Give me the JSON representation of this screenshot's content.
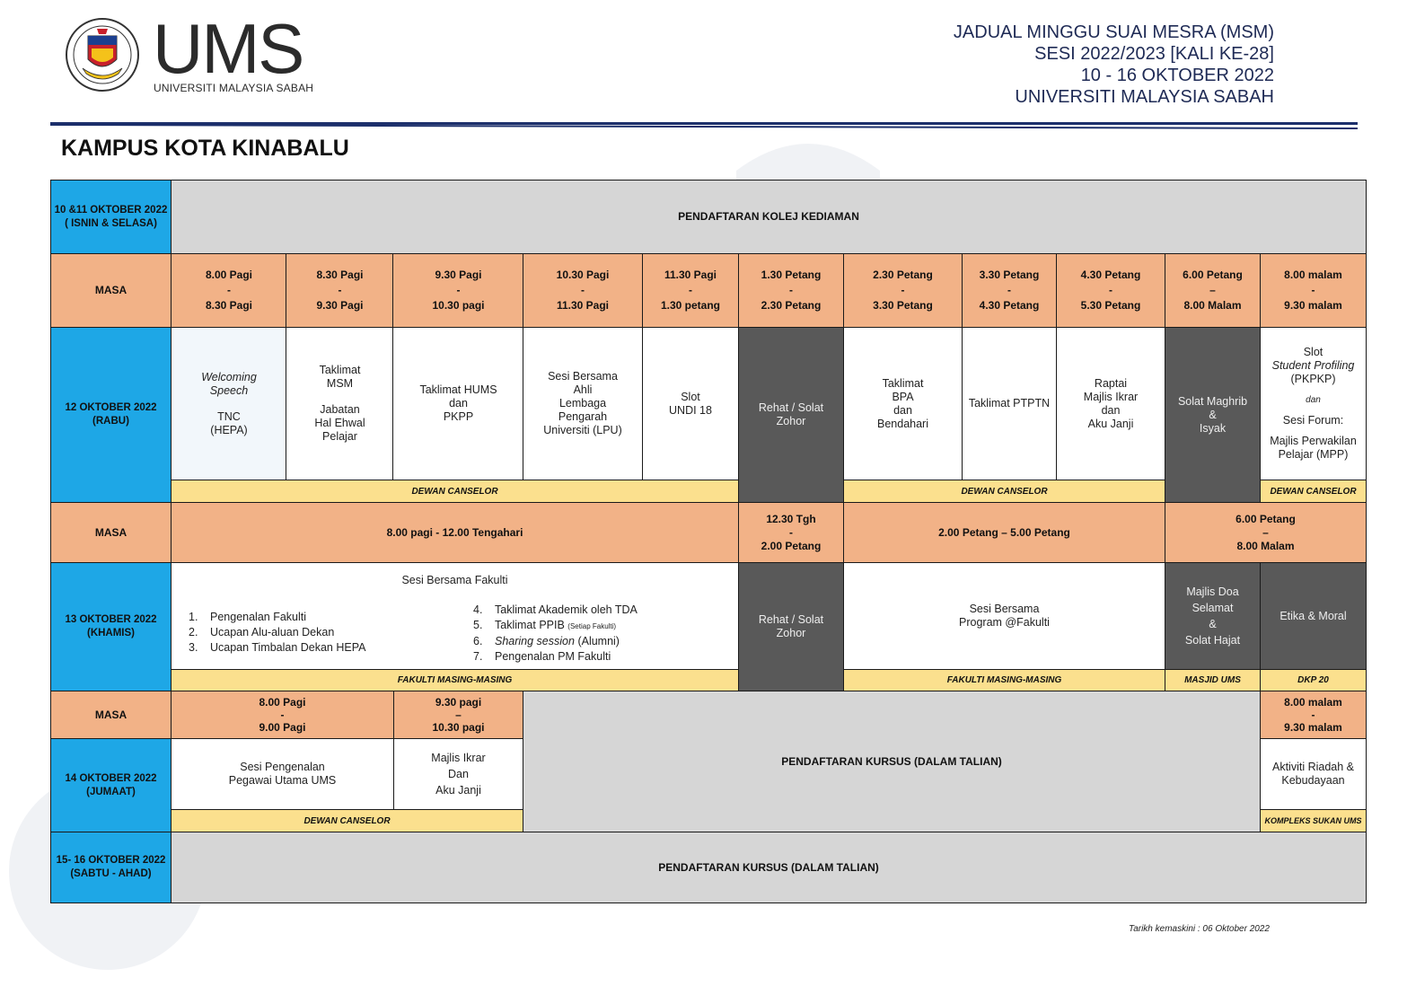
{
  "header": {
    "brand": "UMS",
    "brand_sub": "UNIVERSITI MALAYSIA SABAH",
    "title_lines": [
      "JADUAL MINGGU SUAI MESRA (MSM)",
      "SESI 2022/2023 [KALI KE-28]",
      "10 - 16 OKTOBER 2022",
      "UNIVERSITI MALAYSIA SABAH"
    ],
    "campus": "KAMPUS KOTA KINABALU"
  },
  "rows": {
    "r1": {
      "day": "10 &11 OKTOBER 2022 ( ISNIN & SELASA)",
      "event": "PENDAFTARAN KOLEJ KEDIAMAN"
    },
    "masa1": {
      "label": "MASA",
      "slots": [
        [
          "8.00 Pagi",
          "-",
          "8.30 Pagi"
        ],
        [
          "8.30 Pagi",
          "-",
          "9.30 Pagi"
        ],
        [
          "9.30 Pagi",
          "-",
          "10.30 pagi"
        ],
        [
          "10.30 Pagi",
          "-",
          "11.30 Pagi"
        ],
        [
          "11.30 Pagi",
          "-",
          "1.30 petang"
        ],
        [
          "1.30 Petang",
          "-",
          "2.30 Petang"
        ],
        [
          "2.30 Petang",
          "-",
          "3.30 Petang"
        ],
        [
          "3.30 Petang",
          "-",
          "4.30 Petang"
        ],
        [
          "4.30 Petang",
          "-",
          "5.30 Petang"
        ],
        [
          "6.00 Petang",
          "–",
          "8.00 Malam"
        ],
        [
          "8.00 malam",
          "-",
          "9.30 malam"
        ]
      ]
    },
    "r12": {
      "day": [
        "12 OKTOBER 2022",
        "(RABU)"
      ],
      "events": [
        [
          "Welcoming",
          "Speech",
          "",
          "TNC",
          "(HEPA)"
        ],
        [
          "Taklimat",
          "MSM",
          "",
          "Jabatan",
          "Hal Ehwal",
          "Pelajar"
        ],
        [
          "Taklimat HUMS",
          "dan",
          "PKPP"
        ],
        [
          "Sesi Bersama",
          "Ahli",
          "Lembaga",
          "Pengarah",
          "Universiti (LPU)"
        ],
        [
          "Slot",
          "UNDI 18"
        ],
        [
          "Rehat / Solat",
          "Zohor"
        ],
        [
          "Taklimat",
          "BPA",
          "dan",
          "Bendahari"
        ],
        [
          "Taklimat PTPTN"
        ],
        [
          "Raptai",
          "Majlis Ikrar",
          "dan",
          "Aku Janji"
        ],
        [
          "Solat Maghrib",
          "&",
          "Isyak"
        ],
        [
          "Slot",
          "Student Profiling",
          "(PKPKP)",
          "dan",
          "Sesi Forum:",
          "Majlis Perwakilan",
          "Pelajar (MPP)"
        ]
      ],
      "venues": [
        "DEWAN CANSELOR",
        "DEWAN CANSELOR",
        "DEWAN CANSELOR"
      ]
    },
    "masa2": {
      "label": "MASA",
      "slots": [
        [
          "8.00 pagi  - 12.00 Tengahari"
        ],
        [
          "12.30 Tgh",
          "-",
          "2.00 Petang"
        ],
        [
          "2.00 Petang  – 5.00 Petang"
        ],
        [
          "6.00 Petang",
          "–",
          "8.00 Malam"
        ]
      ]
    },
    "r13": {
      "day": [
        "13 OKTOBER 2022",
        "(KHAMIS)"
      ],
      "fakulti_title": "Sesi Bersama Fakulti",
      "list_left": [
        [
          "1.",
          "Pengenalan Fakulti"
        ],
        [
          "2.",
          "Ucapan Alu-aluan Dekan"
        ],
        [
          "3.",
          "Ucapan Timbalan Dekan HEPA"
        ]
      ],
      "list_right": [
        [
          "4.",
          "Taklimat Akademik oleh TDA",
          ""
        ],
        [
          "5.",
          "Taklimat PPIB",
          "(Setiap Fakulti)"
        ],
        [
          "6.",
          "Sharing session",
          "(Alumni)"
        ],
        [
          "7.",
          "Pengenalan PM Fakulti",
          ""
        ]
      ],
      "rehat": [
        "Rehat / Solat",
        "Zohor"
      ],
      "program": [
        "Sesi Bersama",
        "Program @Fakulti"
      ],
      "doa": [
        "Majlis Doa",
        "Selamat",
        "&",
        "Solat Hajat"
      ],
      "etika": "Etika & Moral",
      "venues": [
        "FAKULTI MASING-MASING",
        "FAKULTI MASING-MASING",
        "MASJID UMS",
        "DKP 20"
      ]
    },
    "masa3": {
      "label": "MASA",
      "slots": [
        [
          "8.00 Pagi",
          "-",
          "9.00 Pagi"
        ],
        [
          "9.30 pagi",
          "–",
          "10.30 pagi"
        ],
        [
          "8.00 malam",
          "-",
          "9.30 malam"
        ]
      ],
      "center": "PENDAFTARAN KURSUS (DALAM TALIAN)"
    },
    "r14": {
      "day": [
        "14 OKTOBER 2022",
        "(JUMAAT)"
      ],
      "events": [
        [
          "Sesi Pengenalan",
          "Pegawai Utama UMS"
        ],
        [
          "Majlis Ikrar",
          "Dan",
          "Aku Janji"
        ],
        [
          "Aktiviti Riadah &",
          "Kebudayaan"
        ]
      ],
      "venues": [
        "DEWAN CANSELOR",
        "KOMPLEKS SUKAN UMS"
      ]
    },
    "r15": {
      "day": [
        "15- 16 OKTOBER 2022",
        "(SABTU -  AHAD)"
      ],
      "event": "PENDAFTARAN KURSUS (DALAM TALIAN)"
    }
  },
  "footer": {
    "updated": "Tarikh kemaskini : 06 Oktober 2022"
  },
  "colors": {
    "day": "#1ea7e6",
    "time": "#f2b287",
    "venue": "#fbe08e",
    "break": "#595959",
    "online": "#d6d6d6",
    "rule": "#1c2f6b"
  }
}
